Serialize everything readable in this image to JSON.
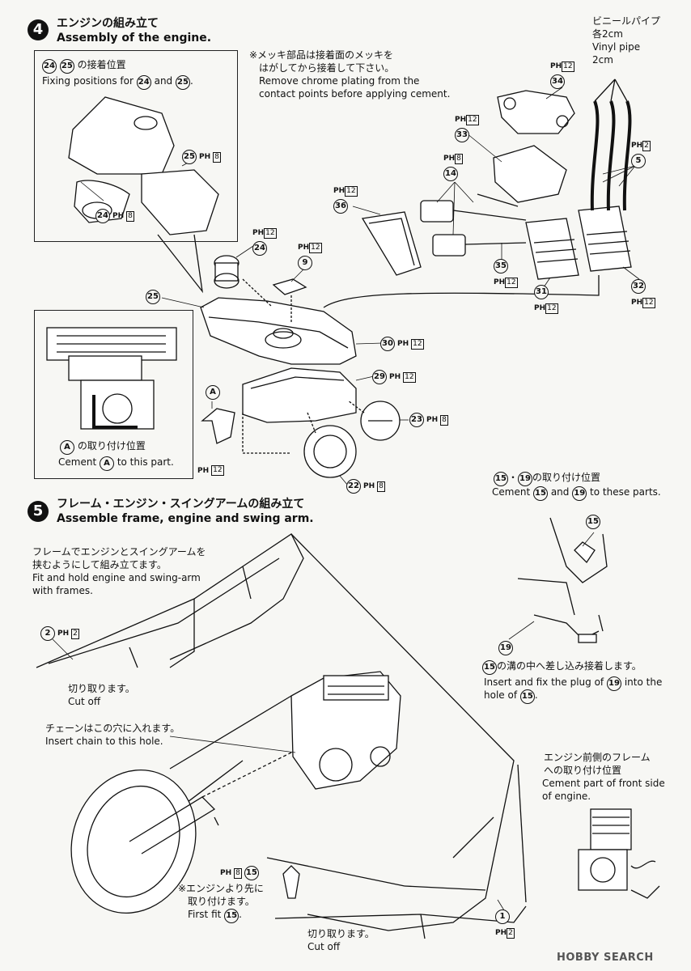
{
  "step4": {
    "number": "4",
    "title_ja": "エンジンの組み立て",
    "title_en": "Assembly of the engine.",
    "inset1": {
      "ja": "の接着位置",
      "en_prefix": "Fixing positions for",
      "en_and": "and",
      "en_end": ".",
      "a": "24",
      "b": "25"
    },
    "chrome_note": {
      "ja1": "※メッキ部品は接着面のメッキを",
      "ja2": "はがしてから接着して下さい。",
      "en1": "Remove chrome plating from the",
      "en2": "contact points before applying cement."
    },
    "vinyl": {
      "ja": "ビニールパイプ",
      "len1": "各2cm",
      "en": "Vinyl pipe",
      "len2": "2cm"
    },
    "inset2": {
      "ja": "の取り付け位置",
      "en_prefix": "Cement",
      "en_suffix": "to this part.",
      "letter": "A"
    },
    "parts": [
      {
        "n": "24",
        "ph": "PH",
        "size": "8"
      },
      {
        "n": "25",
        "ph": "PH",
        "size": "8"
      },
      {
        "n": "24",
        "ph": "PH",
        "size": "12"
      },
      {
        "n": "9",
        "ph": "PH",
        "size": "12"
      },
      {
        "n": "25",
        "ph": "",
        "": ""
      },
      {
        "n": "30",
        "ph": "PH",
        "size": "12"
      },
      {
        "n": "29",
        "ph": "PH",
        "size": "12"
      },
      {
        "n": "23",
        "ph": "PH",
        "size": "8"
      },
      {
        "n": "22",
        "ph": "PH",
        "size": "8"
      },
      {
        "n": "A",
        "ph": "PH",
        "size": "12"
      },
      {
        "n": "36",
        "ph": "PH",
        "size": "12"
      },
      {
        "n": "14",
        "ph": "PH",
        "size": "8"
      },
      {
        "n": "33",
        "ph": "PH",
        "size": "12"
      },
      {
        "n": "34",
        "ph": "PH",
        "size": "12"
      },
      {
        "n": "35",
        "ph": "PH",
        "size": "12"
      },
      {
        "n": "31",
        "ph": "PH",
        "size": "12"
      },
      {
        "n": "32",
        "ph": "PH",
        "size": "12"
      },
      {
        "n": "5",
        "ph": "PH",
        "size": "2"
      }
    ]
  },
  "step5": {
    "number": "5",
    "title_ja": "フレーム・エンジン・スイングアームの組み立て",
    "title_en": "Assemble frame, engine and swing arm.",
    "note_assemble": {
      "ja1": "フレームでエンジンとスイングアームを",
      "ja2": "挟むようにして組み立てます。",
      "en1": "Fit and hold engine and swing-arm",
      "en2": "with frames."
    },
    "note_cut1": {
      "ja": "切り取ります。",
      "en": "Cut off"
    },
    "note_chain": {
      "ja": "チェーンはこの穴に入れます。",
      "en": "Insert chain to this hole."
    },
    "note_first": {
      "ja1": "※エンジンより先に",
      "ja2": "取り付けます。",
      "en_prefix": "First fit",
      "en_end": "."
    },
    "note_cut2": {
      "ja": "切り取ります。",
      "en": "Cut off"
    },
    "note_1519": {
      "ja": "の取り付け位置",
      "en_prefix": "Cement",
      "en_and": "and",
      "en_suffix": "to these parts.",
      "a": "15",
      "b": "19",
      "sep": "・"
    },
    "note_groove": {
      "ja": "の溝の中へ差し込み接着します。",
      "en1": "Insert and fix the plug of",
      "en1b": "into the",
      "en2": "hole of",
      "en2b": ".",
      "a": "15",
      "b": "19"
    },
    "note_front": {
      "ja1": "エンジン前側のフレーム",
      "ja2": "への取り付け位置",
      "en1": "Cement part of front side",
      "en2": "of engine."
    },
    "labels": {
      "p2": "2",
      "p15": "15",
      "p19": "19",
      "p1": "1",
      "ph": "PH",
      "s2": "2",
      "s8": "8"
    }
  },
  "watermark": "HOBBY SEARCH"
}
